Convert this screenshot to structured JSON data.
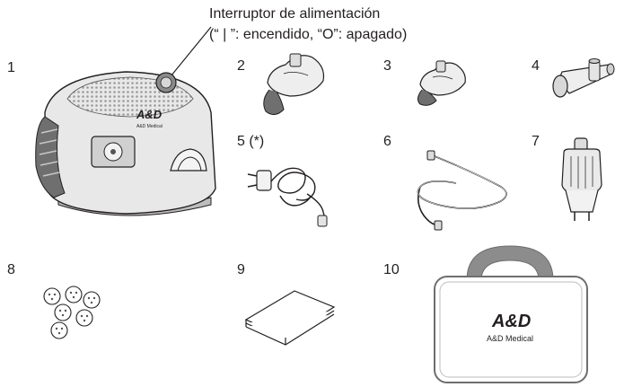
{
  "callout": {
    "line1": "Interruptor de alimentación",
    "line2": "(“ | ”: encendido, “O”: apagado)"
  },
  "items": [
    {
      "number": "1",
      "icon": "nebulizer-compressor-icon"
    },
    {
      "number": "2",
      "icon": "adult-mask-icon"
    },
    {
      "number": "3",
      "icon": "child-mask-icon"
    },
    {
      "number": "4",
      "icon": "mouthpiece-icon"
    },
    {
      "number": "5 (*)",
      "icon": "ac-adapter-icon"
    },
    {
      "number": "6",
      "icon": "air-tube-icon"
    },
    {
      "number": "7",
      "icon": "nebulizer-kit-icon"
    },
    {
      "number": "8",
      "icon": "spare-filters-icon"
    },
    {
      "number": "9",
      "icon": "instruction-manual-icon"
    },
    {
      "number": "10",
      "icon": "carrying-bag-icon"
    }
  ],
  "logo": {
    "mark": "A&D",
    "device_text": "A&D Medical",
    "bag_text": "A&D Medical"
  },
  "colors": {
    "line": "#231f20",
    "device_body": "#e6e6e6",
    "device_dark": "#7a7a7a",
    "bag_handle": "#8c8c8c",
    "bag_outline": "#6e6e6e"
  }
}
